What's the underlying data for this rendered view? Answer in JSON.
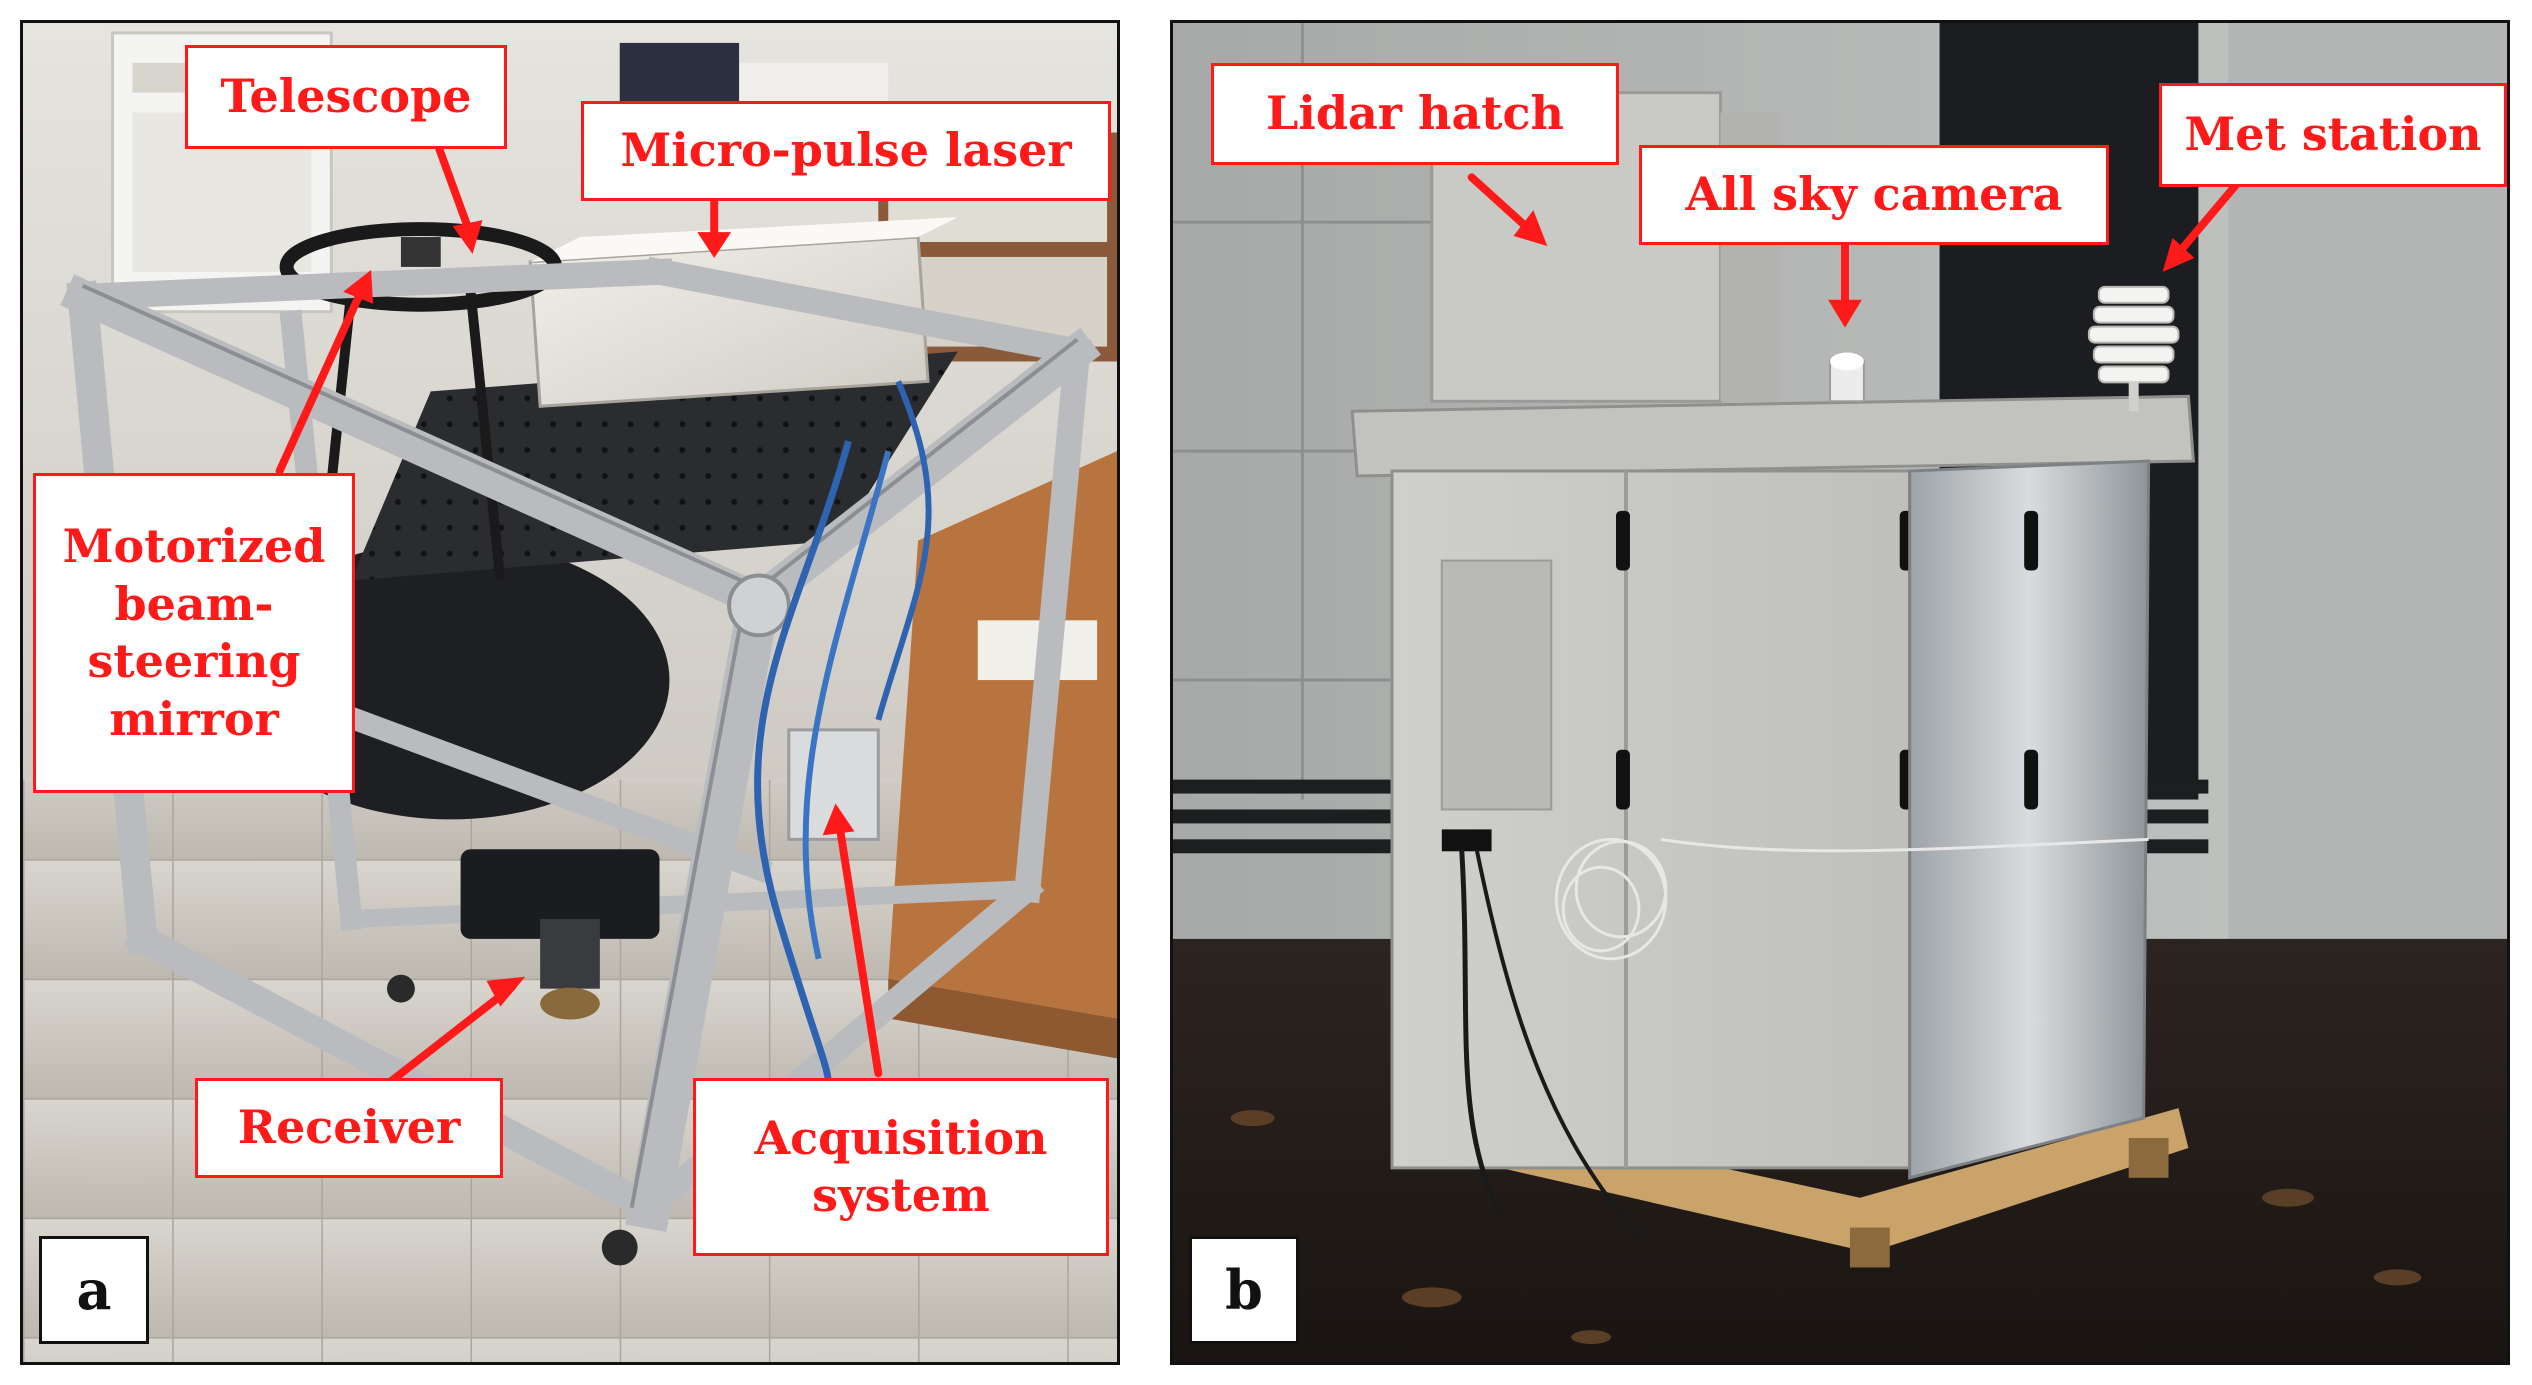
{
  "panel_a": {
    "letter": "a",
    "labels": {
      "telescope": "Telescope",
      "micro_pulse_laser": "Micro-pulse laser",
      "beam_steering_mirror": "Motorized\nbeam-\nsteering\nmirror",
      "receiver": "Receiver",
      "acquisition_system": "Acquisition\nsystem"
    }
  },
  "panel_b": {
    "letter": "b",
    "labels": {
      "lidar_hatch": "Lidar hatch",
      "all_sky_camera": "All sky camera",
      "met_station": "Met station"
    }
  },
  "colors": {
    "callout": "#ff1a1a",
    "frame": "#111111"
  }
}
